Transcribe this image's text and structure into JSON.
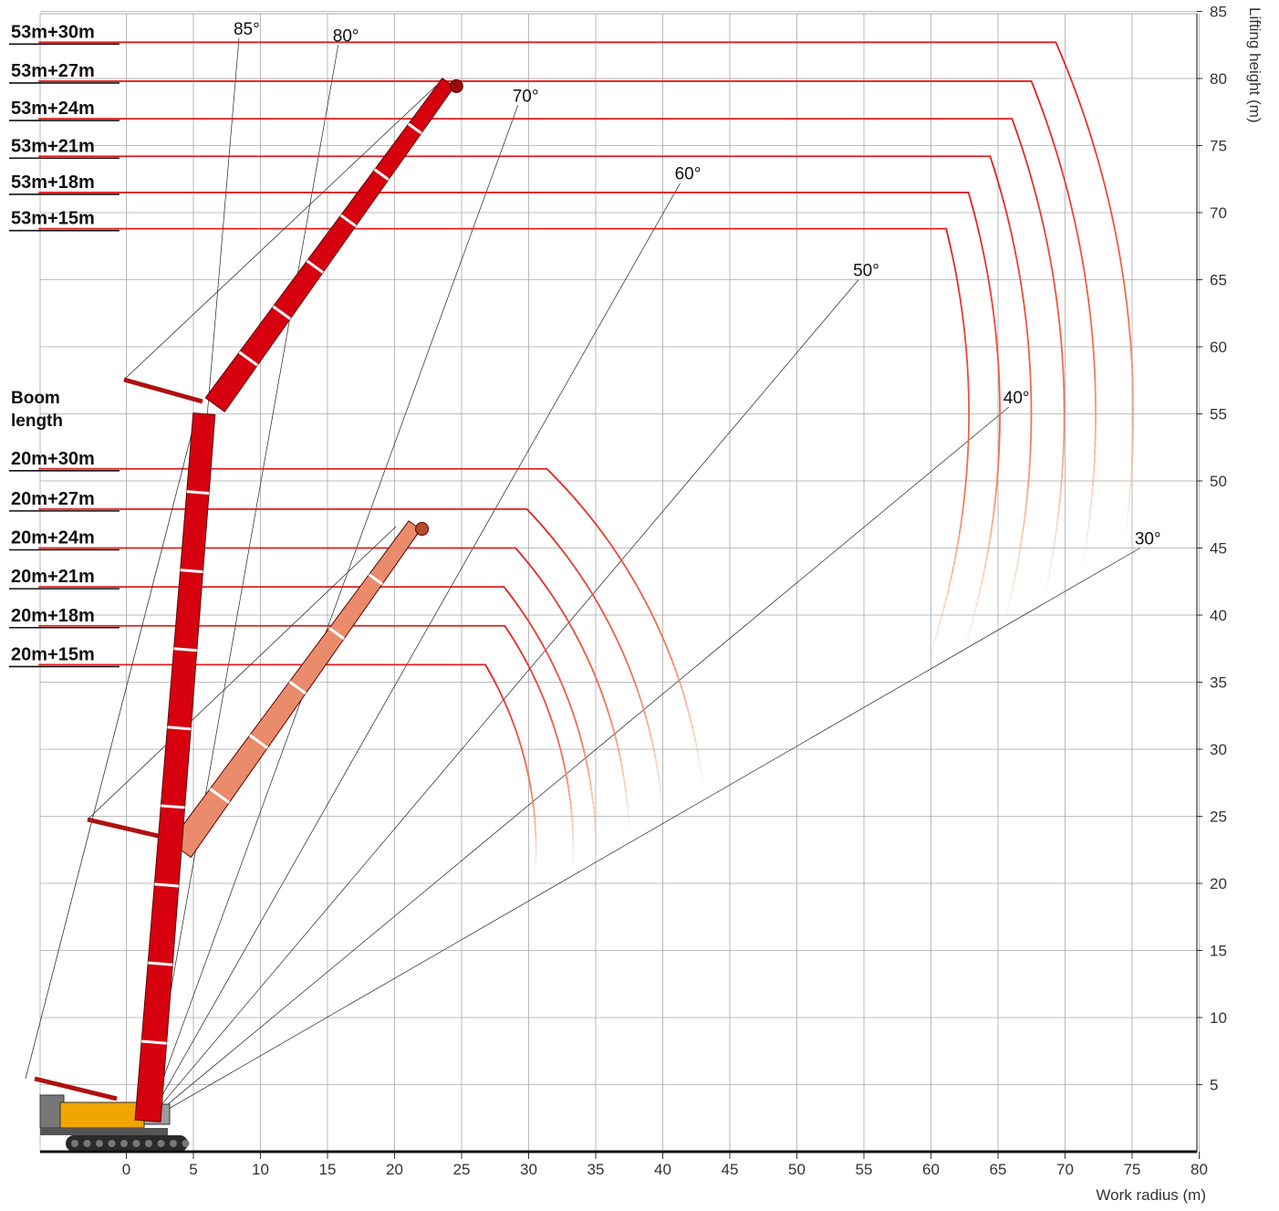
{
  "chart_data": {
    "type": "line",
    "xlabel": "Work radius  (m)",
    "ylabel": "Lifting height  (m)",
    "xlim": [
      -6.5,
      80
    ],
    "ylim": [
      0,
      85
    ],
    "x_ticks": [
      0,
      5,
      10,
      15,
      20,
      25,
      30,
      35,
      40,
      45,
      50,
      55,
      60,
      65,
      70,
      75,
      80
    ],
    "y_ticks": [
      5,
      10,
      15,
      20,
      25,
      30,
      35,
      40,
      45,
      50,
      55,
      60,
      65,
      70,
      75,
      80,
      85
    ],
    "grid": true,
    "boom_length_heading": [
      "Boom",
      "length"
    ],
    "configurations": [
      {
        "group": "53m main boom",
        "boom_pivot": [
          5.8,
          55.0
        ],
        "luffing_jib_length": [
          {
            "label": "53m+30m",
            "level": 82.7,
            "end_radius": 74.5,
            "end_height": 46.0
          },
          {
            "label": "53m+27m",
            "level": 79.8,
            "end_radius": 71.3,
            "end_height": 43.6
          },
          {
            "label": "53m+24m",
            "level": 77.0,
            "end_radius": 68.5,
            "end_height": 41.5
          },
          {
            "label": "53m+21m",
            "level": 74.2,
            "end_radius": 65.5,
            "end_height": 39.5
          },
          {
            "label": "53m+18m",
            "level": 71.5,
            "end_radius": 62.5,
            "end_height": 37.5
          },
          {
            "label": "53m+15m",
            "level": 68.8,
            "end_radius": 59.5,
            "end_height": 35.8
          }
        ]
      },
      {
        "group": "20m main boom",
        "boom_pivot": [
          3.5,
          22.5
        ],
        "luffing_jib_length": [
          {
            "label": "20m+30m",
            "level": 50.9,
            "end_radius": 43.0,
            "end_height": 27.2
          },
          {
            "label": "20m+27m",
            "level": 47.9,
            "end_radius": 40.0,
            "end_height": 25.3
          },
          {
            "label": "20m+24m",
            "level": 45.0,
            "end_radius": 37.5,
            "end_height": 23.8
          },
          {
            "label": "20m+21m",
            "level": 42.1,
            "end_radius": 35.0,
            "end_height": 22.5
          },
          {
            "label": "20m+18m",
            "level": 39.2,
            "end_radius": 33.3,
            "end_height": 21.2
          },
          {
            "label": "20m+15m",
            "level": 36.3,
            "end_radius": 30.5,
            "end_height": 20.8
          }
        ]
      }
    ],
    "angle_rays": [
      {
        "label": "85°",
        "end_radius": 8.4,
        "end_height": 83.0
      },
      {
        "label": "80°",
        "end_radius": 15.8,
        "end_height": 82.5
      },
      {
        "label": "70°",
        "end_radius": 29.2,
        "end_height": 78.0
      },
      {
        "label": "60°",
        "end_radius": 41.3,
        "end_height": 72.2
      },
      {
        "label": "50°",
        "end_radius": 54.6,
        "end_height": 65.0
      },
      {
        "label": "40°",
        "end_radius": 65.8,
        "end_height": 55.5
      },
      {
        "label": "30°",
        "end_radius": 75.6,
        "end_height": 45.0
      }
    ],
    "crane_positions": [
      {
        "main_boom": "53m",
        "main_boom_top": [
          5.8,
          55.0
        ],
        "jib_tip": [
          24.0,
          79.7
        ],
        "color": "#d7000f"
      },
      {
        "main_boom": "20m",
        "main_boom_top": [
          3.5,
          22.5
        ],
        "jib_tip": [
          21.5,
          46.7
        ],
        "color": "#ea8c6b"
      }
    ],
    "colors": {
      "curve_near": "#e11e1e",
      "curve_far": "#f5a070",
      "boom_red": "#d7000f",
      "jib_salmon": "#ea8c6b",
      "crane_body": "#f0a500",
      "grid": "#a8a8a8"
    }
  }
}
